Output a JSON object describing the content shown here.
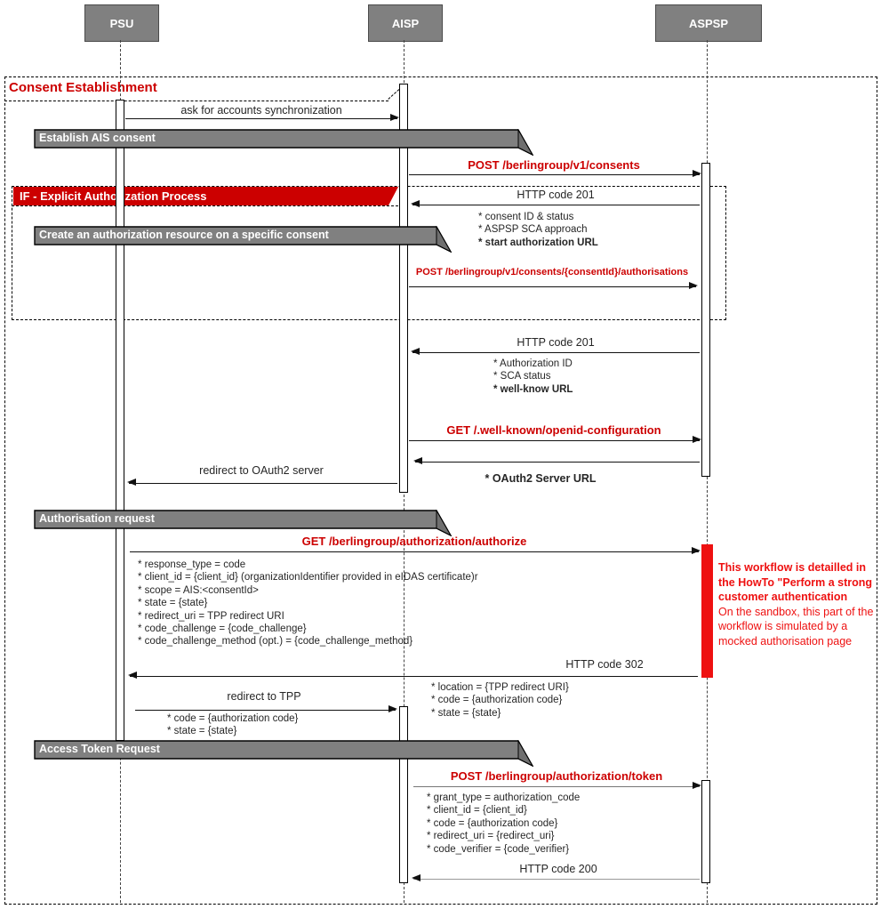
{
  "colors": {
    "red_label": "#cc0000",
    "red_bright": "#ee1111",
    "gray_fill": "#808080"
  },
  "actors": [
    {
      "label": "PSU"
    },
    {
      "label": "AISP"
    },
    {
      "label": "ASPSP"
    }
  ],
  "frame_title": "Consent Establishment",
  "if_label": "IF -  Explicit Authorization Process",
  "notes": [
    {
      "label": "Establish AIS consent"
    },
    {
      "label": "Create an authorization resource on a specific consent"
    },
    {
      "label": "Authorisation request"
    },
    {
      "label": "Access Token Request"
    }
  ],
  "messages": [
    {
      "label": "ask for accounts synchronization"
    },
    {
      "label": "POST /berlingroup/v1/consents"
    },
    {
      "label": "HTTP code 201",
      "bullets": [
        "* consent ID & status",
        "* ASPSP SCA approach",
        "* start authorization URL"
      ]
    },
    {
      "label": "POST /berlingroup/v1/consents/{consentId}/authorisations"
    },
    {
      "label": "HTTP code 201",
      "bullets": [
        "* Authorization ID",
        "* SCA status",
        "* well-know URL"
      ]
    },
    {
      "label": "GET /.well-known/openid-configuration"
    },
    {
      "label": "* OAuth2 Server URL"
    },
    {
      "label": "redirect to OAuth2 server"
    },
    {
      "label": "GET /berlingroup/authorization/authorize",
      "bullets": [
        "* response_type = code",
        "* client_id = {client_id} (organizationIdentifier provided in eIDAS certificate)r",
        "* scope = AIS:<consentId>",
        "* state = {state}",
        "* redirect_uri = TPP redirect URI",
        "* code_challenge = {code_challenge}",
        "* code_challenge_method (opt.) = {code_challenge_method}"
      ]
    },
    {
      "label": "HTTP code 302",
      "bullets": [
        "* location = {TPP redirect URI}",
        "* code = {authorization code}",
        "* state = {state}"
      ]
    },
    {
      "label": "redirect to TPP",
      "bullets": [
        "* code = {authorization code}",
        "* state = {state}"
      ]
    },
    {
      "label": "POST /berlingroup/authorization/token",
      "bullets": [
        "* grant_type = authorization_code",
        "* client_id = {client_id}",
        "* code = {authorization code}",
        "* redirect_uri = {redirect_uri}",
        "* code_verifier = {code_verifier}"
      ]
    },
    {
      "label": "HTTP code 200"
    }
  ],
  "side_note": {
    "bold": "This workflow is detailled in the HowTo \"Perform a strong customer authentication",
    "normal": "On the sandbox, this part of the workflow is simulated by a mocked authorisation page"
  }
}
